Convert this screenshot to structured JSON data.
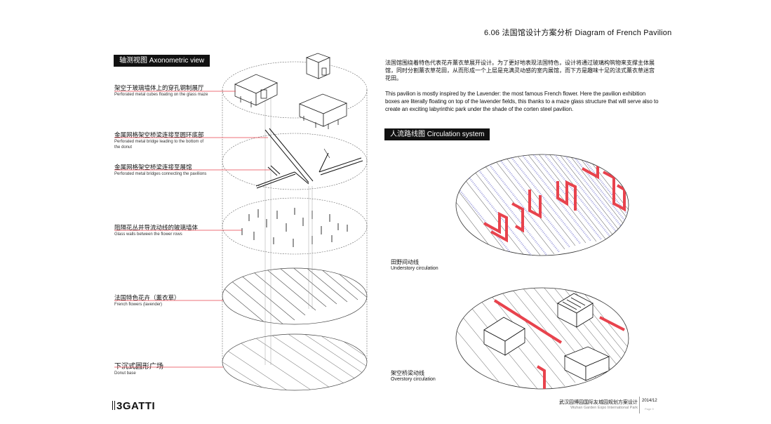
{
  "header": {
    "title": "6.06  法国馆设计方案分析    Diagram of French Pavilion"
  },
  "left": {
    "section_label": "轴测视图    Axonometric view",
    "labels": [
      {
        "cn": "架空于玻璃墙体上的穿孔钢制展厅",
        "en": "Perforated metal cubes floating on the glass maze"
      },
      {
        "cn": "金属网格架空桥梁连接至圆环底部",
        "en": "Perforated metal bridge leading to the bottom of the donut"
      },
      {
        "cn": "金属网格架空桥梁连接至展馆",
        "en": "Perforated metal bridges connecting the pavilions"
      },
      {
        "cn": "阻隔花丛并导流动线的玻璃墙体",
        "en": "Glass walls between the flower rows"
      },
      {
        "cn": "法国特色花卉（薰衣草）",
        "en": "French flowers (lavender)"
      },
      {
        "cn": "下沉式圆形广场",
        "en": "Donut base"
      }
    ]
  },
  "right": {
    "para_cn": "法国馆围绕着特色代表花卉薰衣草展开设计。为了更好地表现法国特色，设计将通过玻璃构筑物来支撑主体展馆，同时分割薰衣草花田，从而形成一个上层是充满灵动感的室内展馆，而下方是趣味十足的法式薰衣草迷宫花田。",
    "para_en": "This pavilion is mostly inspired by the Lavender: the most famous French flower. Here the pavilion exhibition boxes are literally floating on top of the lavender fields, this thanks to a maze glass structure that will serve also to create an exciting labyrinthic park under the shade of the corten steel pavilion.",
    "section_label": "人流路线图    Circulation system",
    "under": {
      "cn": "田野间动线",
      "en": "Understory circulation"
    },
    "over": {
      "cn": "架空桥梁动线",
      "en": "Overstory circulation"
    }
  },
  "footer": {
    "logo": "3GATTI",
    "project_cn": "武汉园博园国际友城园规划方案设计",
    "project_en": "Wuhan Garden Expo International Park",
    "date": "2014/12",
    "page": "Page 9"
  },
  "colors": {
    "accent": "#e8434d",
    "ink": "#111111",
    "lavender": "#8f8fd8",
    "guide": "#777777"
  }
}
